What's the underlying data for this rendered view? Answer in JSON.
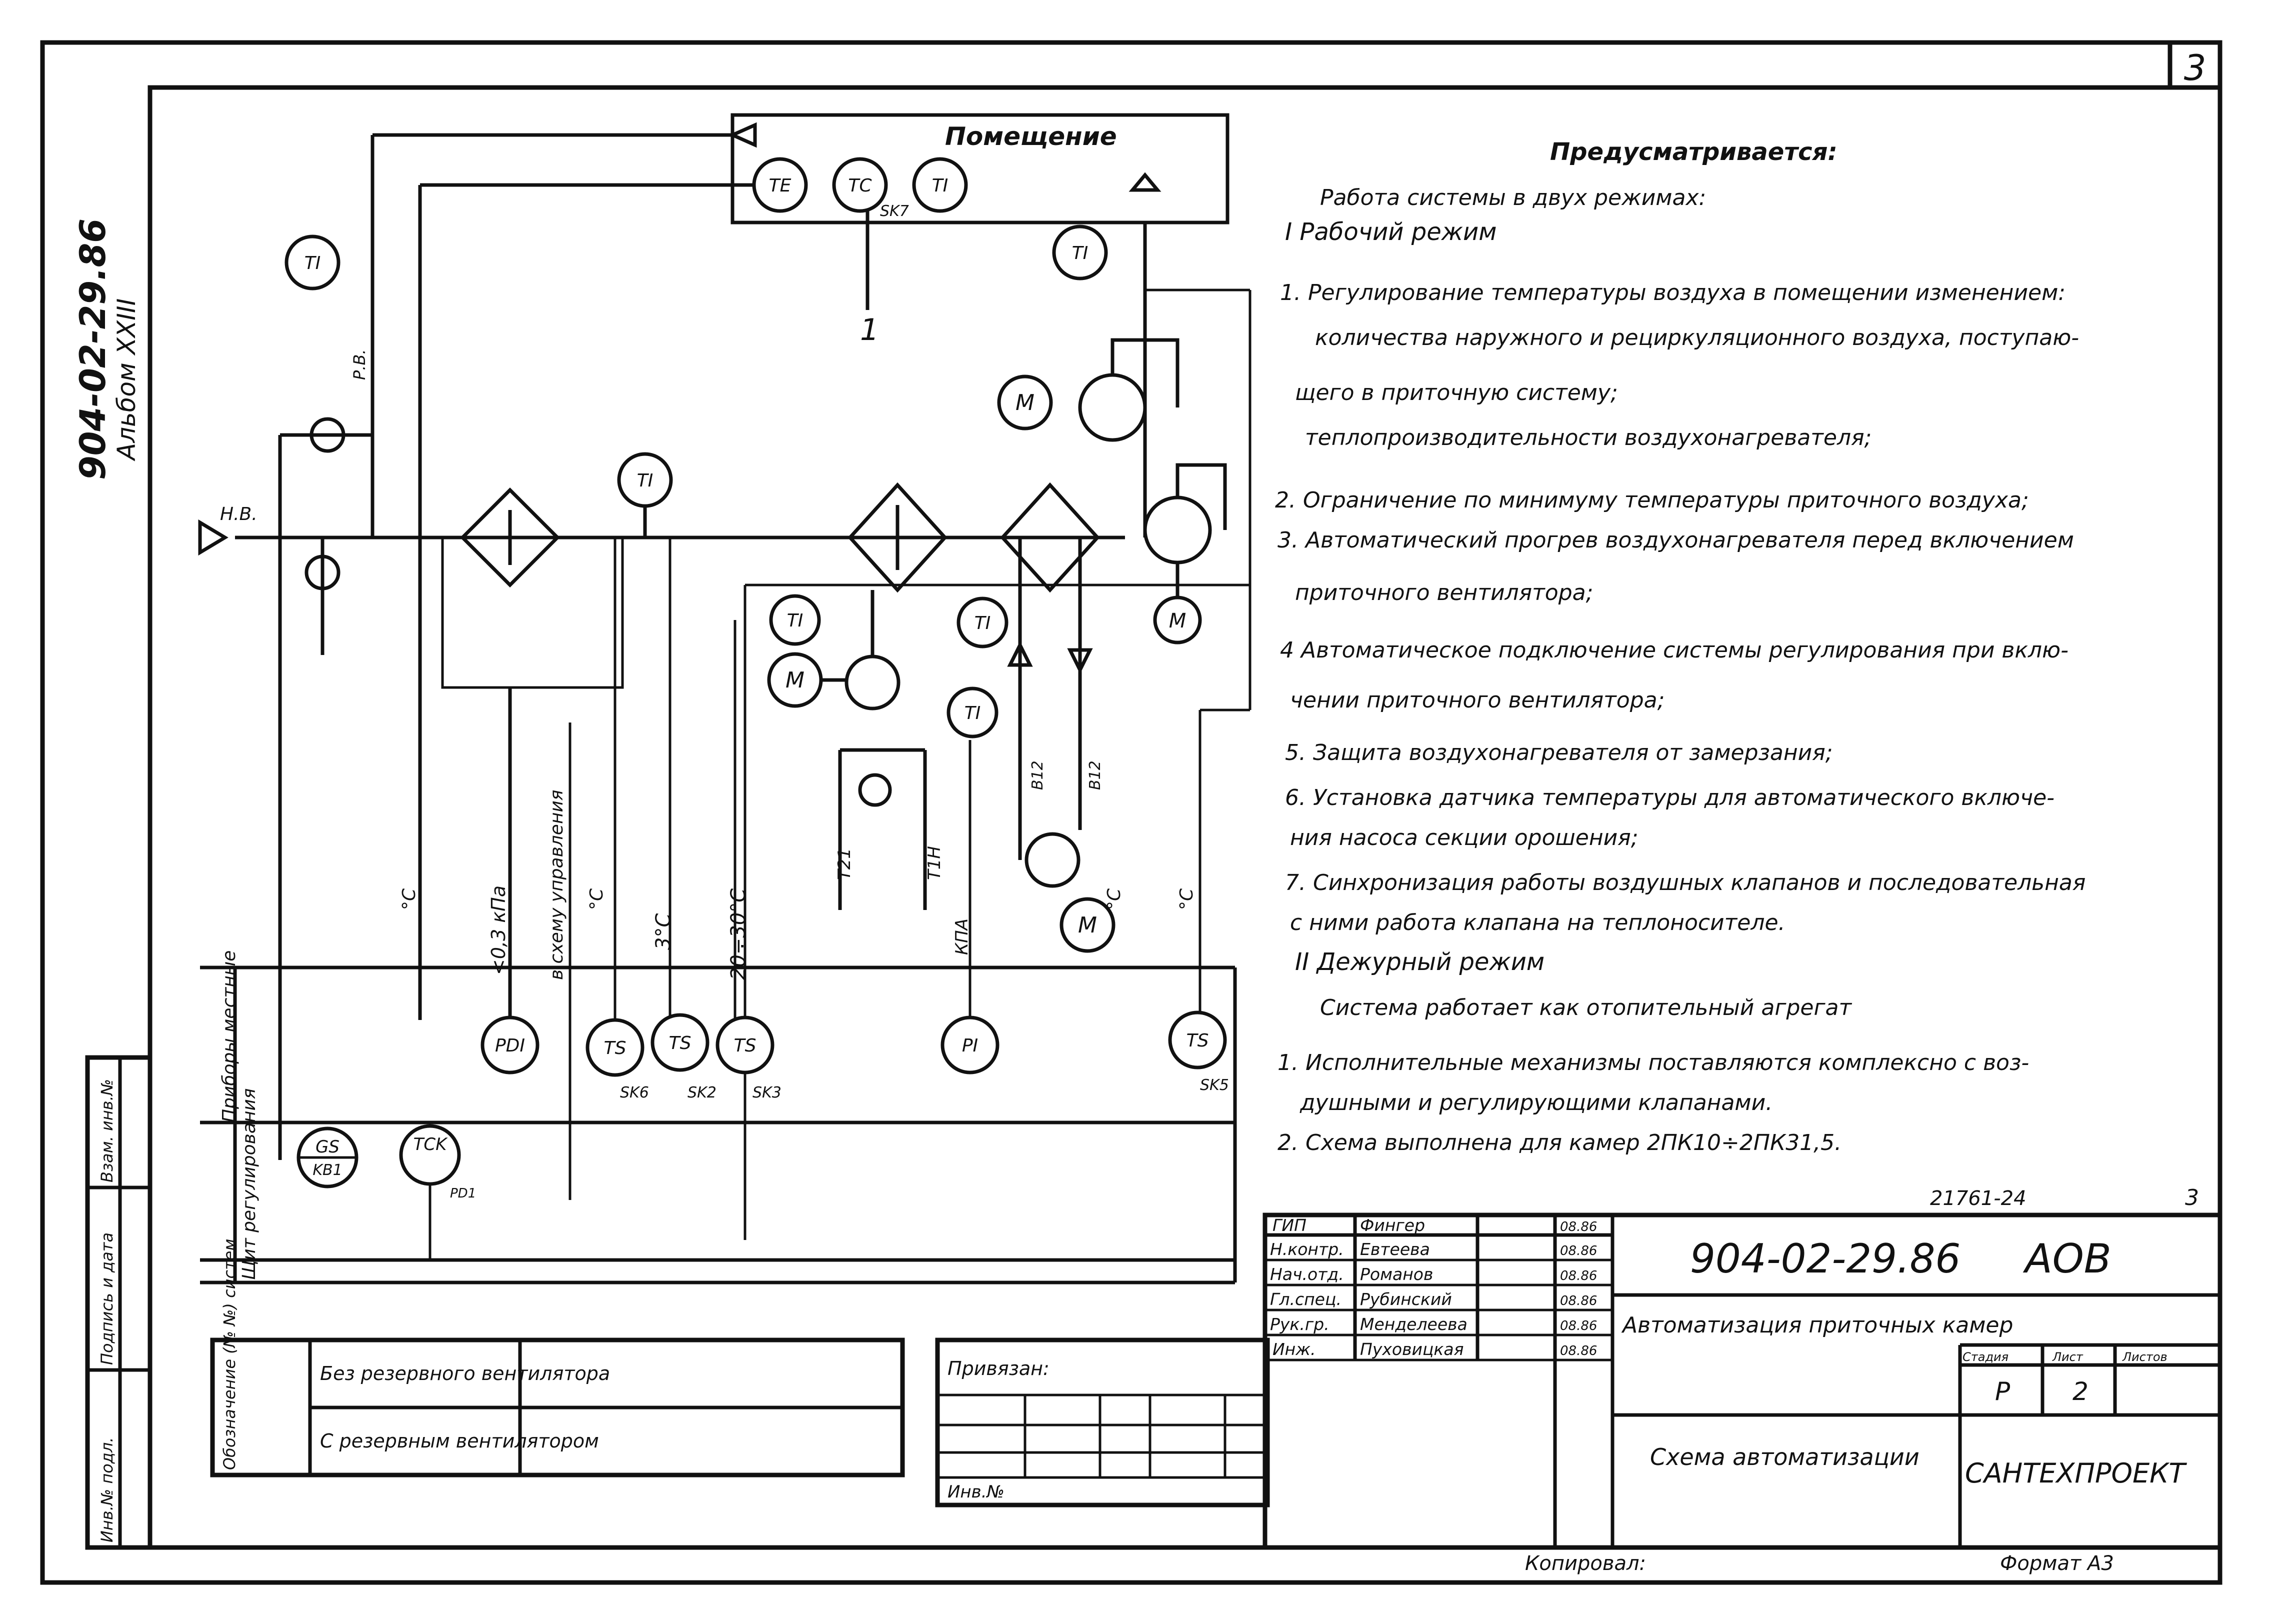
{
  "sheet": {
    "page_number": "3",
    "side_code": "904-02-29.86",
    "album": "Альбом XXIII"
  },
  "diagram": {
    "room_label": "Помещение",
    "room_instruments": [
      "TE",
      "TC",
      "TI"
    ],
    "room_tag": "SK7",
    "supply_label": "1",
    "outdoor_air_label": "Н.В.",
    "recirc_air_label": "Р.В.",
    "top_indicators": [
      "TI",
      "TI",
      "TI"
    ],
    "coil_indicators": [
      "TI",
      "TI",
      "TI"
    ],
    "motors": [
      "M",
      "M",
      "M",
      "M"
    ],
    "valve_tags": [
      "Т21",
      "Т1Н",
      "В12",
      "В12"
    ],
    "rotated_labels": [
      "°C",
      "<0,3 кПа",
      "в схему управления",
      "°C",
      "3°C",
      "20÷30°C",
      "КПА",
      "°C",
      "°C"
    ],
    "row_local": "Приборы местные",
    "row_panel": "Щит регулирования",
    "local_instruments": [
      "PDI",
      "TS",
      "TS",
      "TS",
      "PI",
      "TS"
    ],
    "local_tags": [
      "SK6",
      "SK2",
      "SK3",
      "SK5"
    ],
    "panel_instruments": [
      {
        "top": "GS",
        "bottom": "KB1"
      },
      {
        "top": "TCK",
        "bottom": "PD1"
      }
    ]
  },
  "notes": {
    "heading": "Предусматривается:",
    "intro": "Работа системы в двух режимах:",
    "mode1": "I Рабочий режим",
    "mode1_items": [
      "1. Регулирование температуры воздуха в помещении изменением:",
      "количества наружного и рециркуляционного воздуха, поступаю-",
      "щего в приточную систему;",
      "теплопроизводительности воздухонагревателя;",
      "2. Ограничение по минимуму температуры приточного воздуха;",
      "3. Автоматический прогрев воздухонагревателя перед включением",
      "приточного вентилятора;",
      "4 Автоматическое подключение системы регулирования при вклю-",
      "чении приточного вентилятора;",
      "5. Защита воздухонагревателя от замерзания;",
      "6. Установка датчика температуры для автоматического включе-",
      "ния насоса секции орошения;",
      "7. Синхронизация работы воздушных клапанов и последовательная",
      "с ними работа клапана на теплоносителе."
    ],
    "mode2": "II Дежурный режим",
    "mode2_text": "Система работает как отопительный агрегат",
    "footer_items": [
      "1. Исполнительные механизмы поставляются комплексно с воз-",
      "душными и регулирующими клапанами.",
      "2. Схема выполнена для камер 2ПК10÷2ПК31,5."
    ]
  },
  "designation_table": {
    "header": "Обозначение (№ №) систем",
    "rows": [
      "Без резервного вентилятора",
      "С резервным вентилятором"
    ]
  },
  "binding": {
    "label": "Привязан:",
    "inv": "Инв.№"
  },
  "side_strip": [
    "Инв.№ подл.",
    "Подпись и дата",
    "Взам. инв.№"
  ],
  "title_block": {
    "sheet_ref": "21761-24",
    "sheet_ref_page": "3",
    "roles": [
      {
        "role": "ГИП",
        "name": "Фингер",
        "date": "08.86"
      },
      {
        "role": "Н.контр.",
        "name": "Евтеева",
        "date": "08.86"
      },
      {
        "role": "Нач.отд.",
        "name": "Романов",
        "date": "08.86"
      },
      {
        "role": "Гл.спец.",
        "name": "Рубинский",
        "date": "08.86"
      },
      {
        "role": "Рук.гр.",
        "name": "Менделеева",
        "date": "08.86"
      },
      {
        "role": "Инж.",
        "name": "Пуховицкая",
        "date": "08.86"
      }
    ],
    "code": "904-02-29.86",
    "section": "АОВ",
    "project": "Автоматизация приточных камер",
    "stage_header": "Стадия",
    "sheet_header": "Лист",
    "sheets_header": "Листов",
    "stage": "Р",
    "sheet": "2",
    "drawing_title": "Схема автоматизации",
    "org": "САНТЕХПРОЕКТ",
    "copied": "Копировал:",
    "format": "Формат А3"
  },
  "colors": {
    "ink": "#111111",
    "paper": "#ffffff"
  }
}
